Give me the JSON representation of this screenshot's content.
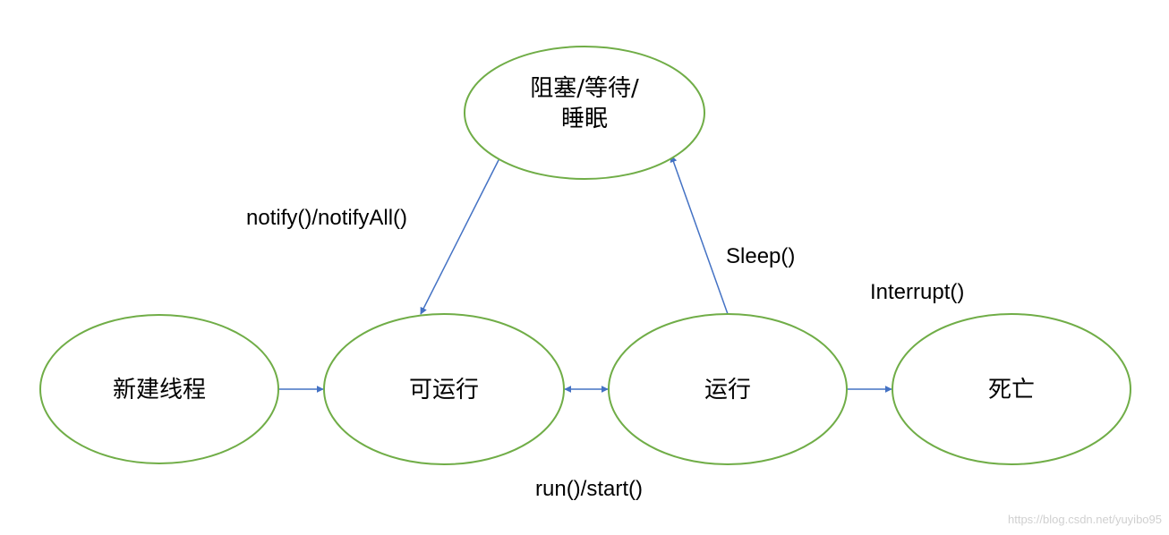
{
  "nodes": {
    "blocked": {
      "line1": "阻塞/等待/",
      "line2": "睡眠"
    },
    "new": {
      "label": "新建线程"
    },
    "runnable": {
      "label": "可运行"
    },
    "running": {
      "label": "运行"
    },
    "dead": {
      "label": "死亡"
    }
  },
  "edges": {
    "notify": "notify()/notifyAll()",
    "sleep": "Sleep()",
    "interrupt": "Interrupt()",
    "run_start": "run()/start()"
  },
  "watermark": "https://blog.csdn.net/yuyibo95",
  "colors": {
    "node_stroke": "#70ad47",
    "edge_stroke": "#4472c4"
  }
}
